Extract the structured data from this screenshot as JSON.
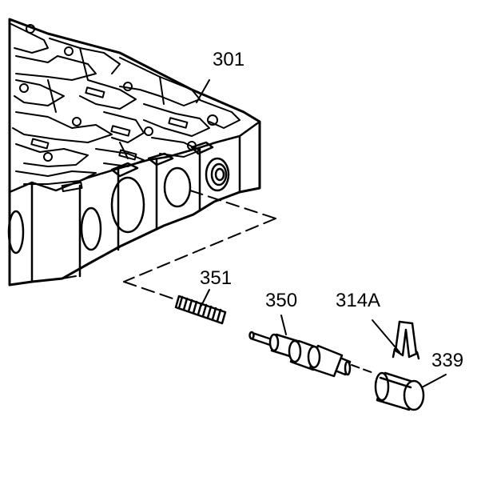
{
  "callouts": {
    "valve_body": "301",
    "spring": "351",
    "valve": "350",
    "retainer_clip": "314A",
    "bore_plug": "339"
  },
  "colors": {
    "ink": "#000000",
    "background": "#ffffff"
  }
}
